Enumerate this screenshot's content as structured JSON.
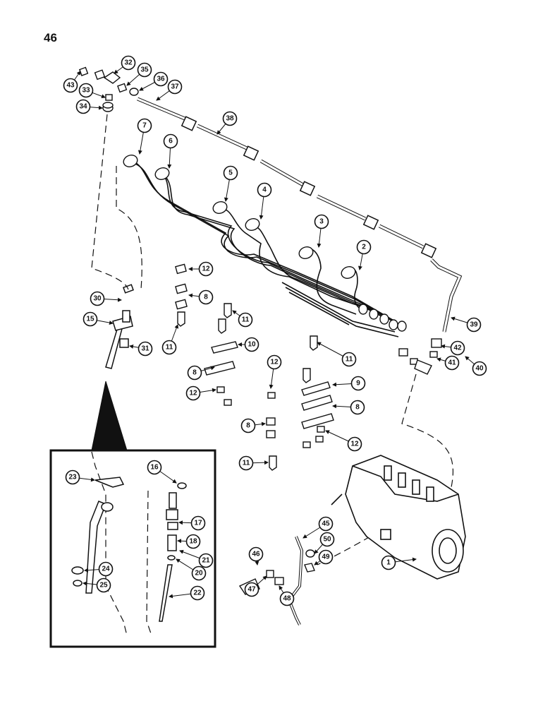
{
  "page_number": "46",
  "callouts": [
    "1",
    "2",
    "3",
    "4",
    "5",
    "6",
    "7",
    "8",
    "9",
    "10",
    "11",
    "12",
    "15",
    "16",
    "17",
    "18",
    "20",
    "21",
    "22",
    "23",
    "24",
    "25",
    "30",
    "31",
    "32",
    "33",
    "34",
    "35",
    "36",
    "37",
    "38",
    "39",
    "40",
    "41",
    "42",
    "43",
    "45",
    "46",
    "47",
    "48",
    "49",
    "50"
  ]
}
